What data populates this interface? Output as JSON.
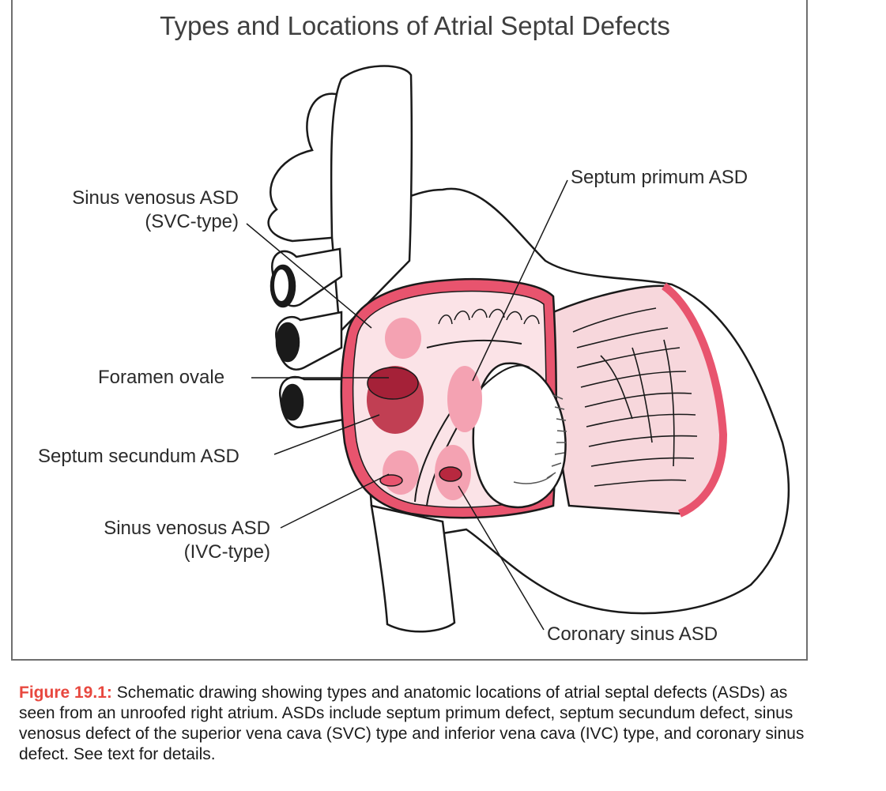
{
  "figure": {
    "title": "Types and Locations of Atrial Septal Defects",
    "labels": {
      "sinus_venosus_svc": "Sinus venosus ASD",
      "sinus_venosus_svc_sub": "(SVC-type)",
      "foramen_ovale": "Foramen ovale",
      "septum_secundum": "Septum secundum ASD",
      "sinus_venosus_ivc": "Sinus venosus ASD",
      "sinus_venosus_ivc_sub": "(IVC-type)",
      "septum_primum": "Septum primum ASD",
      "coronary_sinus": "Coronary sinus ASD"
    },
    "colors": {
      "outline": "#1a1a1a",
      "atrium_wall": "#e8546e",
      "atrium_fill": "#fbe3e7",
      "defect_light": "#f4a2b2",
      "defect_dark": "#b8283f",
      "caption_accent": "#e8483f"
    }
  },
  "caption": {
    "label": "Figure 19.1:",
    "text": " Schematic drawing showing types and anatomic locations of atrial septal defects (ASDs) as seen from an unroofed right atrium. ASDs include septum primum defect, septum secundum defect, sinus venosus defect of the superior vena cava (SVC) type and inferior vena cava (IVC) type, and coronary sinus defect. See text for details."
  }
}
